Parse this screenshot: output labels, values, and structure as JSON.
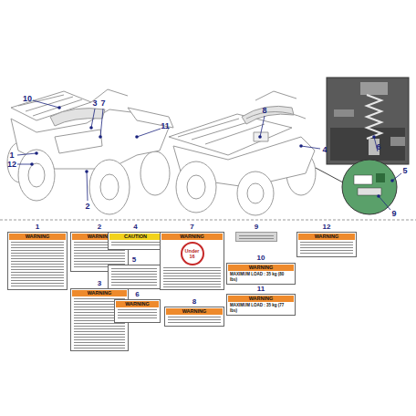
{
  "diagram": {
    "nodes": [
      {
        "text": [
          "1",
          "WARNING"
        ]
      },
      {
        "text": [
          "2",
          "WARNING"
        ]
      },
      {
        "text": [
          "3",
          "WARNING"
        ]
      },
      {
        "text": [
          "4",
          "CAUTION"
        ]
      },
      {
        "text": [
          "5"
        ]
      },
      {
        "text": [
          "6",
          "WARNING"
        ]
      },
      {
        "text": [
          "7",
          "WARNING",
          "Under 16"
        ]
      },
      {
        "text": [
          "8",
          "WARNING"
        ]
      },
      {
        "text": [
          "9"
        ]
      },
      {
        "text": [
          "10",
          "WARNING",
          "MAXIMUM LOAD : 35 kg (80 lbs)"
        ]
      },
      {
        "text": [
          "11",
          "WARNING",
          "MAXIMUM LOAD : 35 kg (77 lbs)"
        ]
      },
      {
        "text": [
          "12",
          "WARNING"
        ]
      }
    ],
    "labels": [
      "10",
      "3",
      "7",
      "11",
      "1",
      "12",
      "2",
      "8",
      "4",
      "6",
      "5",
      "9"
    ]
  }
}
